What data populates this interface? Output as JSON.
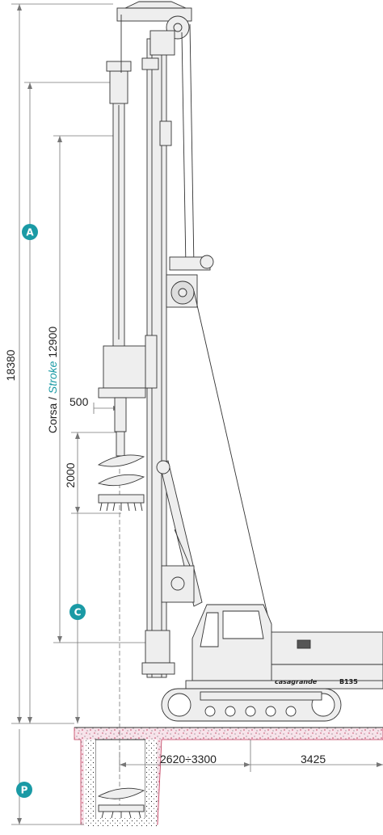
{
  "dimensions": {
    "total_height": "18380",
    "stroke_prefix": "Corsa / ",
    "stroke_word": "Stroke",
    "stroke_value": " 12900",
    "offset_500": "500",
    "tool_2000": "2000",
    "reach": "2620÷3300",
    "tail": "3425"
  },
  "markers": {
    "a": "A",
    "c": "C",
    "p": "P"
  },
  "machine": {
    "brand": "casagrande",
    "model": "B135"
  },
  "colors": {
    "accent": "#1a9aa5",
    "ground": "#c0395a",
    "machine": "#eeeeee",
    "line": "#333333"
  }
}
